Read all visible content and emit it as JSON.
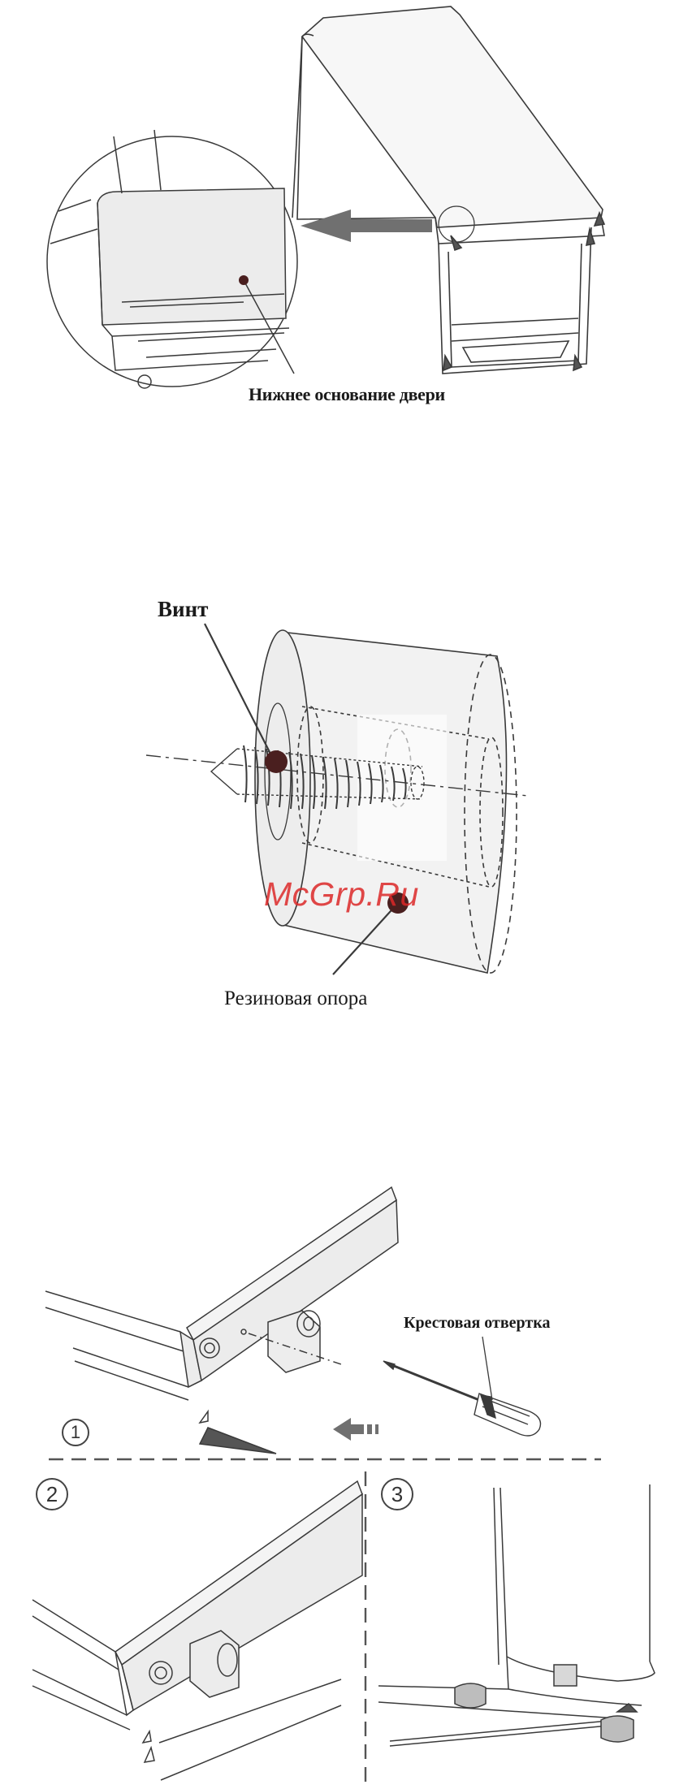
{
  "labels": {
    "door_bottom": "Нижнее основание двери",
    "screw": "Винт",
    "rubber_support": "Резиновая опора",
    "screwdriver": "Крестовая отвертка"
  },
  "watermark": "McGrp.Ru",
  "steps": {
    "one": "1",
    "two": "2",
    "three": "3"
  },
  "colors": {
    "line": "#3a3a3a",
    "fill_light": "#ececec",
    "arrow": "#707070",
    "watermark": "#dc2828",
    "dot": "#4a1f1f"
  }
}
